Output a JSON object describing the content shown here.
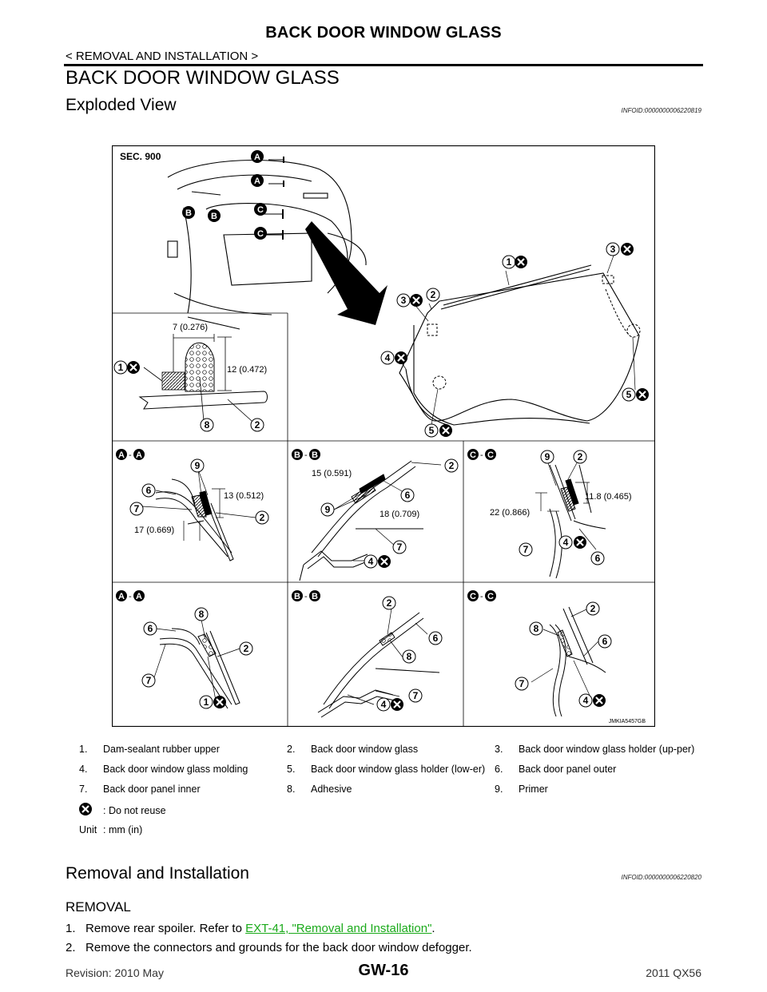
{
  "header": {
    "title": "BACK DOOR WINDOW GLASS",
    "breadcrumb": "< REMOVAL AND INSTALLATION >"
  },
  "page_title": "BACK DOOR WINDOW GLASS",
  "exploded": {
    "title": "Exploded View",
    "infoid": "INFOID:0000000006220819"
  },
  "figure": {
    "sec_label": "SEC. 900",
    "code": "JMKIA5457GB",
    "dims": {
      "d1": "7 (0.276)",
      "d2": "12 (0.472)",
      "d3": "13 (0.512)",
      "d4": "17 (0.669)",
      "d5": "15 (0.591)",
      "d6": "18 (0.709)",
      "d7": "11.8 (0.465)",
      "d8": "22 (0.866)"
    },
    "section_letters": [
      "A",
      "B",
      "C"
    ],
    "callouts": [
      "1",
      "2",
      "3",
      "4",
      "5",
      "6",
      "7",
      "8",
      "9"
    ]
  },
  "legend": {
    "items": [
      {
        "num": "1.",
        "text": "Dam-sealant rubber upper"
      },
      {
        "num": "2.",
        "text": "Back door window glass"
      },
      {
        "num": "3.",
        "text": "Back door window glass holder (up-per)"
      },
      {
        "num": "4.",
        "text": "Back door window glass molding"
      },
      {
        "num": "5.",
        "text": "Back door window glass holder (low-er)"
      },
      {
        "num": "6.",
        "text": "Back door panel outer"
      },
      {
        "num": "7.",
        "text": "Back door panel inner"
      },
      {
        "num": "8.",
        "text": "Adhesive"
      },
      {
        "num": "9.",
        "text": "Primer"
      }
    ],
    "symbol_text": ": Do not reuse",
    "unit_label": "Unit",
    "unit_text": ": mm (in)"
  },
  "removal": {
    "title": "Removal and Installation",
    "infoid": "INFOID:0000000006220820",
    "subheading": "REMOVAL",
    "step1_num": "1.",
    "step1_text": "Remove rear spoiler. Refer to",
    "step1_link": "EXT-41, \"Removal and Installation\"",
    "step1_end": ".",
    "step2_num": "2.",
    "step2_text": "Remove the connectors and grounds for the back door window defogger."
  },
  "footer": {
    "left": "Revision: 2010 May",
    "center": "GW-16",
    "right": "2011 QX56"
  }
}
